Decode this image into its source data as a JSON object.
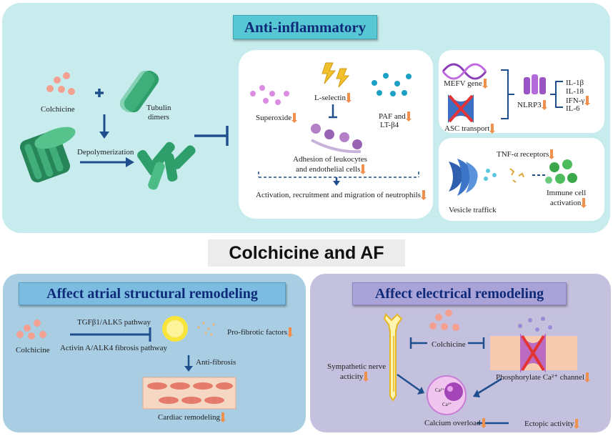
{
  "main_title": "Colchicine and AF",
  "top": {
    "title": "Anti-inflammatory",
    "colchicine": "Colchicine",
    "tubulin": [
      "Tubulin",
      "dimers"
    ],
    "depolymerization": "Depolymerization",
    "superoxide": "Superoxide",
    "lselectin": "L-selectin",
    "paf": [
      "PAF and",
      "LT-β4"
    ],
    "adhesion": [
      "Adhesion of leukocytes",
      "and endothelial cells"
    ],
    "activation": "Activation, recruitment and migration of neutrophils",
    "mefv": "MEFV gene",
    "asc": "ASC transport",
    "nlrp3": "NLRP3",
    "cytokines": [
      "IL-1β",
      "IL-18",
      "IFN-γ",
      "IL-6"
    ],
    "tnf": "TNF-α receptors",
    "vesicle": "Vesicle traffick",
    "immune": [
      "Immune cell",
      "activation"
    ]
  },
  "left": {
    "title": "Affect atrial structural remodeling",
    "colchicine": "Colchicine",
    "pathway1": "TGFβ1/ALK5 pathway",
    "pathway2": "Activin A/ALK4 fibrosis pathway",
    "profibrotic": "Pro-fibrotic factors",
    "antifibrosis": "Anti-fibrosis",
    "cardiac": "Cardiac remodeling"
  },
  "right": {
    "title": "Affect electrical remodeling",
    "colchicine": "Colchicine",
    "sympathetic": [
      "Sympathetic nerve",
      "acticity"
    ],
    "phosphorylate": "Phosphorylate Ca²⁺ channel",
    "calcium": "Calcium overload",
    "ectopic": "Ectopic activity",
    "ca_label": "Ca²⁺"
  },
  "colors": {
    "top_bg": "#c8ecee",
    "left_bg": "#a9cee4",
    "right_bg": "#c4c1de",
    "arrow": "#1f4e8c",
    "decrease_marker": "#f0904e",
    "colchicine_dot": "#f4a090",
    "tubulin": "#2e9e6a"
  }
}
